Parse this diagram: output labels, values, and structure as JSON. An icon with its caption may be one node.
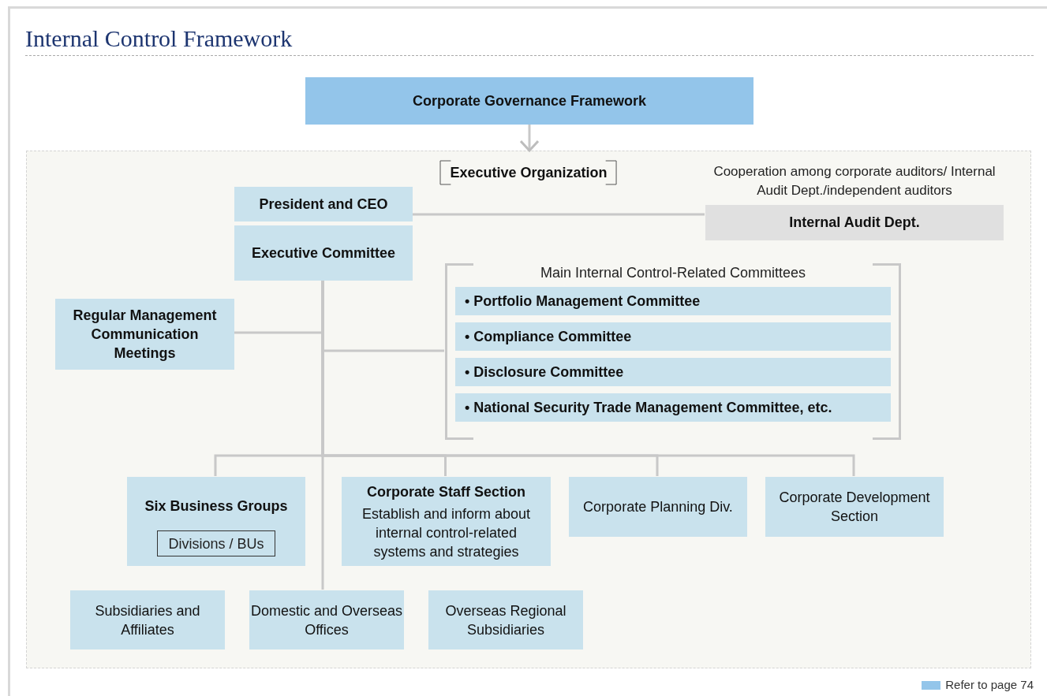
{
  "diagram": {
    "title": "Internal Control Framework",
    "nodes": [
      {
        "text": [
          "Corporate Governance Framework"
        ]
      },
      {
        "text": [
          "Executive Organization"
        ]
      },
      {
        "text": [
          "President and CEO"
        ],
        "in": 1
      },
      {
        "text": [
          "Executive Committee"
        ],
        "in": 1
      },
      {
        "text": [
          "Internal Audit Dept."
        ],
        "in": 1,
        "beside": [
          "Cooperation among corporate auditors/ Internal Audit Dept./independent auditors"
        ]
      },
      {
        "text": [
          "Main Internal Control-Related Committees"
        ],
        "in": 1
      },
      {
        "text": [
          "• Portfolio Management Committee"
        ],
        "in": 5
      },
      {
        "text": [
          "• Compliance Committee"
        ],
        "in": 5
      },
      {
        "text": [
          "• Disclosure Committee"
        ],
        "in": 5
      },
      {
        "text": [
          "• National Security Trade Management Committee, etc."
        ],
        "in": 5
      },
      {
        "text": [
          "Regular Management Communication Meetings"
        ],
        "in": 1
      },
      {
        "text": [
          "Six Business Groups"
        ],
        "in": 1
      },
      {
        "text": [
          "Divisions / BUs"
        ],
        "in": 11
      },
      {
        "text": [
          "Corporate Staff Section",
          "Establish and inform about internal control-related systems and strategies"
        ],
        "in": 1
      },
      {
        "text": [
          "Corporate Planning Div."
        ],
        "in": 1
      },
      {
        "text": [
          "Corporate Development Section"
        ],
        "in": 1
      },
      {
        "text": [
          "Subsidiaries and Affiliates"
        ],
        "in": 1
      },
      {
        "text": [
          "Domestic and Overseas Offices"
        ],
        "in": 1
      },
      {
        "text": [
          "Overseas Regional Subsidiaries"
        ],
        "in": 1
      }
    ],
    "edges": [
      {
        "from": 0,
        "to": 1,
        "arrow": "to"
      },
      {
        "from": 2,
        "to": 4,
        "arrow": "none"
      },
      {
        "from": 3,
        "to": 10,
        "arrow": "none"
      },
      {
        "from": 3,
        "to": 5,
        "arrow": "none"
      },
      {
        "from": 3,
        "to": 11,
        "arrow": "none"
      },
      {
        "from": 3,
        "to": 13,
        "arrow": "none"
      },
      {
        "from": 3,
        "to": 14,
        "arrow": "none"
      },
      {
        "from": 3,
        "to": 15,
        "arrow": "none"
      },
      {
        "from": 3,
        "to": 17,
        "arrow": "none"
      }
    ],
    "legend": [
      {
        "text": "Refer to page 74",
        "color": "#93c5ea"
      }
    ]
  }
}
